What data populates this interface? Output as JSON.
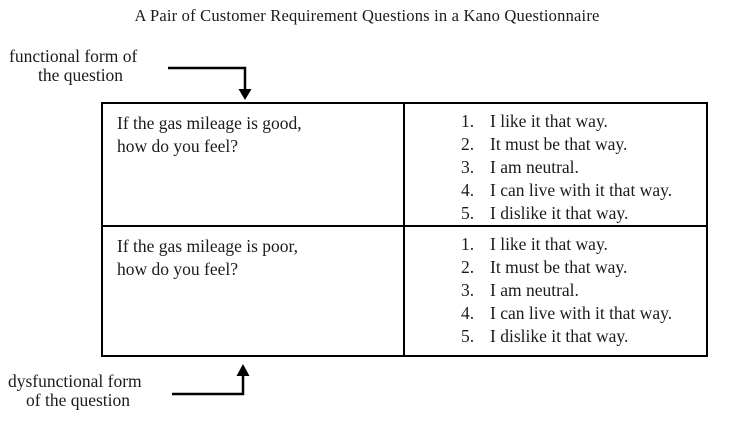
{
  "title": "A Pair of Customer Requirement Questions in a Kano Questionnaire",
  "annotations": {
    "functional": {
      "line1": "functional form of",
      "line2": "the question"
    },
    "dysfunctional": {
      "line1": "dysfunctional form",
      "line2": "of the question"
    }
  },
  "table": {
    "rows": [
      {
        "question_line1": "If the gas mileage is good,",
        "question_line2": "how do you feel?",
        "options": [
          {
            "num": "1.",
            "text": "I like it that way."
          },
          {
            "num": "2.",
            "text": "It must be that way."
          },
          {
            "num": "3.",
            "text": "I am neutral."
          },
          {
            "num": "4.",
            "text": "I can live with it that way."
          },
          {
            "num": "5.",
            "text": "I dislike it that way."
          }
        ]
      },
      {
        "question_line1": "If the gas mileage is poor,",
        "question_line2": "how do you feel?",
        "options": [
          {
            "num": "1.",
            "text": "I like it that way."
          },
          {
            "num": "2.",
            "text": "It must be that way."
          },
          {
            "num": "3.",
            "text": "I am neutral."
          },
          {
            "num": "4.",
            "text": "I can live with it that way."
          },
          {
            "num": "5.",
            "text": "I dislike it that way."
          }
        ]
      }
    ]
  },
  "colors": {
    "text": "#1b1b1b",
    "border": "#000000",
    "background": "#ffffff"
  }
}
